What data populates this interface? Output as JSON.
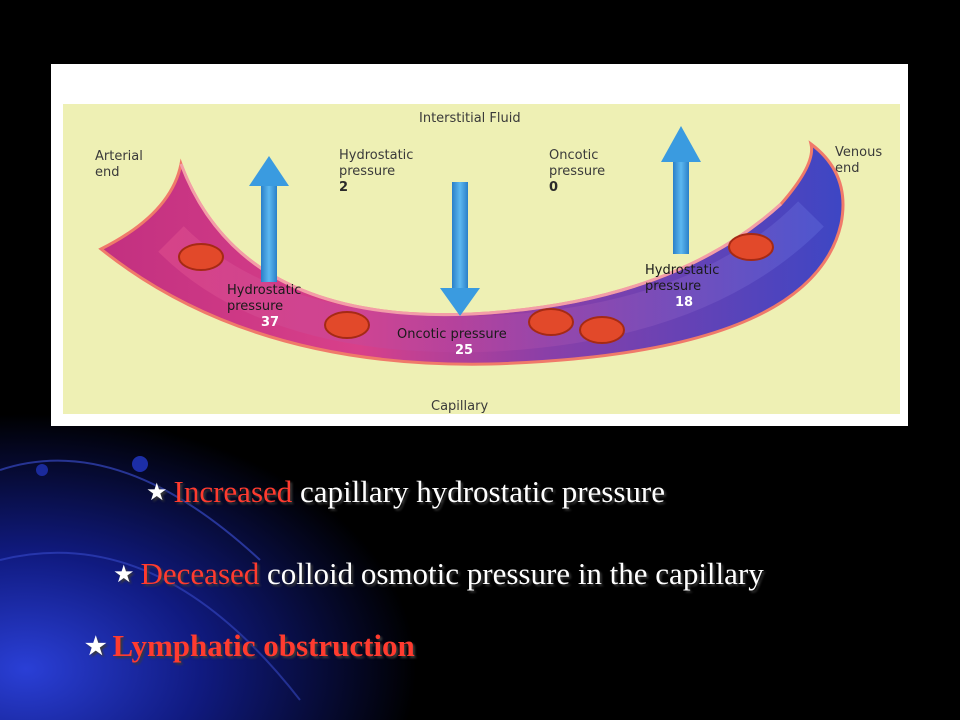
{
  "diagram": {
    "labels": {
      "interstitial_fluid": "Interstitial Fluid",
      "arterial_end_1": "Arterial",
      "arterial_end_2": "end",
      "venous_end_1": "Venous",
      "venous_end_2": "end",
      "hydrostatic_top_1": "Hydrostatic",
      "hydrostatic_top_2": "pressure",
      "hydrostatic_top_value": "2",
      "oncotic_top_1": "Oncotic",
      "oncotic_top_2": "pressure",
      "oncotic_top_value": "0",
      "hydrostatic_art_1": "Hydrostatic",
      "hydrostatic_art_2": "pressure",
      "hydrostatic_art_value": "37",
      "oncotic_cap": "Oncotic pressure",
      "oncotic_cap_value": "25",
      "hydrostatic_ven_1": "Hydrostatic",
      "hydrostatic_ven_2": "pressure",
      "hydrostatic_ven_value": "18",
      "capillary": "Capillary"
    },
    "colors": {
      "interstitial": "#eef0b4",
      "arterial": "#d63a78",
      "venous": "#4b4fc9",
      "arrow": "#3a9be0",
      "rbc": "#e2492a"
    }
  },
  "bullets": [
    {
      "star": "★",
      "highlight": "Increased",
      "text": " capillary hydrostatic pressure"
    },
    {
      "star": "★",
      "highlight": "Deceased",
      "text": " colloid osmotic pressure in the capillary"
    },
    {
      "star": "★",
      "text": "Lymphatic obstruction"
    }
  ]
}
